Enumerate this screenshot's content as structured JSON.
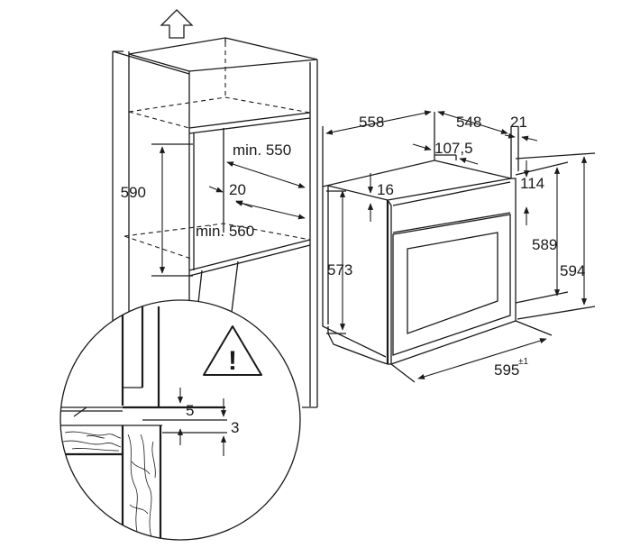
{
  "diagram": {
    "cabinet": {
      "height_590": "590",
      "min_550": "min. 550",
      "gap_20": "20",
      "min_560": "min. 560"
    },
    "oven": {
      "depth_558": "558",
      "depth_548": "548",
      "front_21": "21",
      "panel_107_5": "107,5",
      "top_16": "16",
      "top_114": "114",
      "height_573": "573",
      "height_589": "589",
      "height_594": "594",
      "width_595": "595",
      "width_tolerance": "±1"
    },
    "detail": {
      "gap_5": "5",
      "gap_3": "3",
      "warning_symbol": "!"
    },
    "icons": {
      "top": "arrow-up-icon",
      "warning": "warning-triangle-icon"
    }
  }
}
